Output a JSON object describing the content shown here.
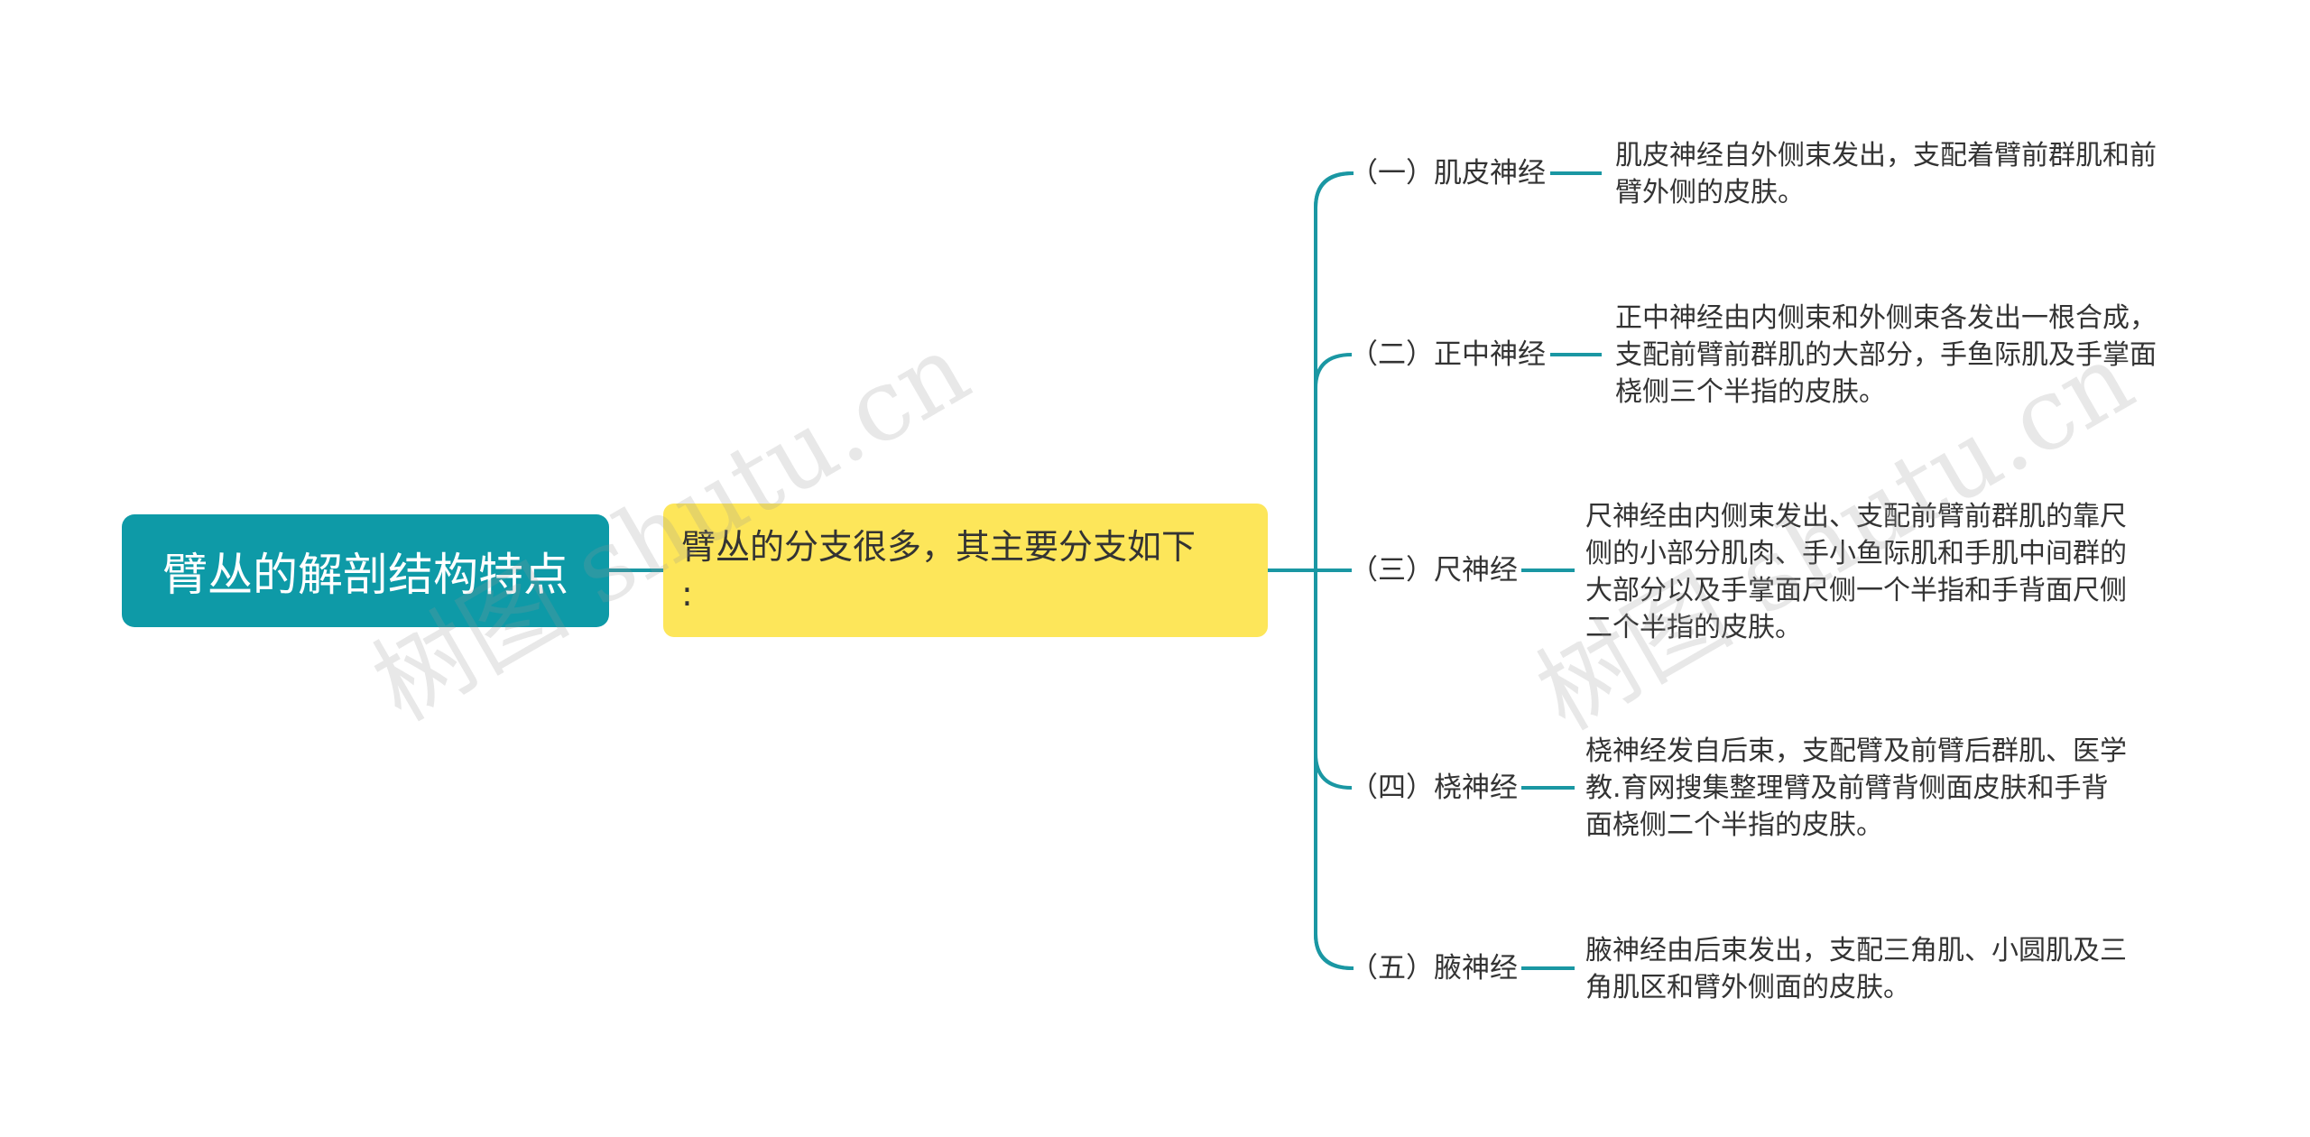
{
  "colors": {
    "root_bg": "#0e9aa7",
    "mid_bg": "#fde65a",
    "line": "#1a97a3"
  },
  "root": {
    "label": "臂丛的解剖结构特点"
  },
  "mid": {
    "label": "臂丛的分支很多，其主要分支如下：",
    "lines": [
      "臂丛的分支很多，其主要分支如下",
      ":"
    ]
  },
  "branches": [
    {
      "label": "（一）肌皮神经",
      "desc_lines": [
        "肌皮神经自外侧束发出，支配着臂前群肌和前",
        "臂外侧的皮肤。"
      ]
    },
    {
      "label": "（二）正中神经",
      "desc_lines": [
        "正中神经由内侧束和外侧束各发出一根合成，",
        "支配前臂前群肌的大部分，手鱼际肌及手掌面",
        "桡侧三个半指的皮肤。"
      ]
    },
    {
      "label": "（三）尺神经",
      "desc_lines": [
        "尺神经由内侧束发出、支配前臂前群肌的靠尺",
        "侧的小部分肌肉、手小鱼际肌和手肌中间群的",
        "大部分以及手掌面尺侧一个半指和手背面尺侧",
        "二个半指的皮肤。"
      ]
    },
    {
      "label": "（四）桡神经",
      "desc_lines": [
        "桡神经发自后束，支配臂及前臂后群肌、医学",
        "教.育网搜集整理臂及前臂背侧面皮肤和手背",
        "面桡侧二个半指的皮肤。"
      ]
    },
    {
      "label": "（五）腋神经",
      "desc_lines": [
        "腋神经由后束发出，支配三角肌、小圆肌及三",
        "角肌区和臂外侧面的皮肤。"
      ]
    }
  ],
  "watermarks": [
    "树图 shutu.cn",
    "树图 shutu.cn"
  ]
}
